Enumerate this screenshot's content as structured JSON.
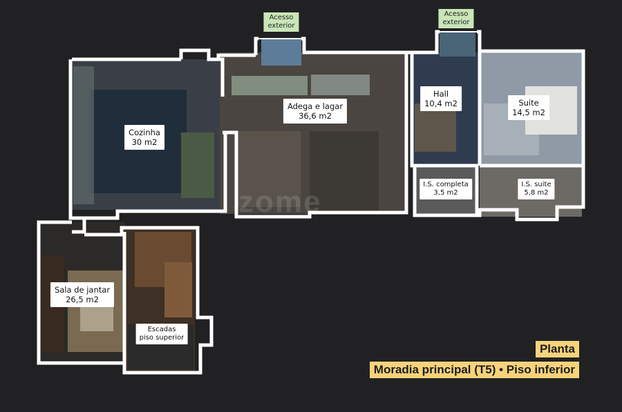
{
  "rooms": {
    "cozinha": {
      "name": "Cozinha",
      "area": "30 m2"
    },
    "adega": {
      "name": "Adega e lagar",
      "area": "36,6 m2"
    },
    "hall": {
      "name": "Hall",
      "area": "10,4 m2"
    },
    "suite": {
      "name": "Suite",
      "area": "14,5 m2"
    },
    "is_completa": {
      "name": "I.S. completa",
      "area": "3,5 m2"
    },
    "is_suite": {
      "name": "I.S. suite",
      "area": "5,8 m2"
    },
    "sala": {
      "name": "Sala de jantar",
      "area": "26,5 m2"
    },
    "escadas": {
      "name": "Escadas",
      "area": "piso superior"
    }
  },
  "access": {
    "left": {
      "line1": "Acesso",
      "line2": "exterior"
    },
    "right": {
      "line1": "Acesso",
      "line2": "exterior"
    }
  },
  "caption": {
    "title": "Planta",
    "subtitle": "Moradia principal (T5) • Piso inferior"
  },
  "watermark": "zome",
  "colors": {
    "background": "#212124",
    "wall": "#ffffff",
    "label_bg": "#ffffff",
    "access_bg": "#c9e6b8",
    "caption_bg": "#f6d37a"
  }
}
